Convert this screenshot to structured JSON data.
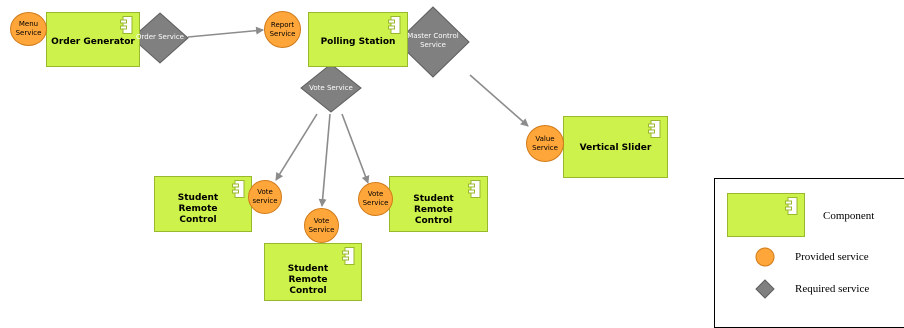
{
  "components": {
    "order_generator": "Order Generator",
    "polling_station": "Polling Station",
    "vertical_slider": "Vertical Slider",
    "student_remote_1": "Student Remote Control",
    "student_remote_2": "Student Remote Control",
    "student_remote_3": "Student Remote Control"
  },
  "provided_services": {
    "menu": "Menu Service",
    "report": "Report Service",
    "value": "Value Service",
    "vote_1": "Vote service",
    "vote_2": "Vote Service",
    "vote_3": "Vote Service"
  },
  "required_services": {
    "order": "Order Service",
    "master_control": "Master Control Service",
    "vote": "Vote Service"
  },
  "legend": {
    "component": "Component",
    "provided": "Provided service",
    "required": "Required service"
  },
  "colors": {
    "component_fill": "#ccf24b",
    "provided_fill": "#ffa63b",
    "required_fill": "#808080",
    "connector": "#8c8c8c"
  }
}
